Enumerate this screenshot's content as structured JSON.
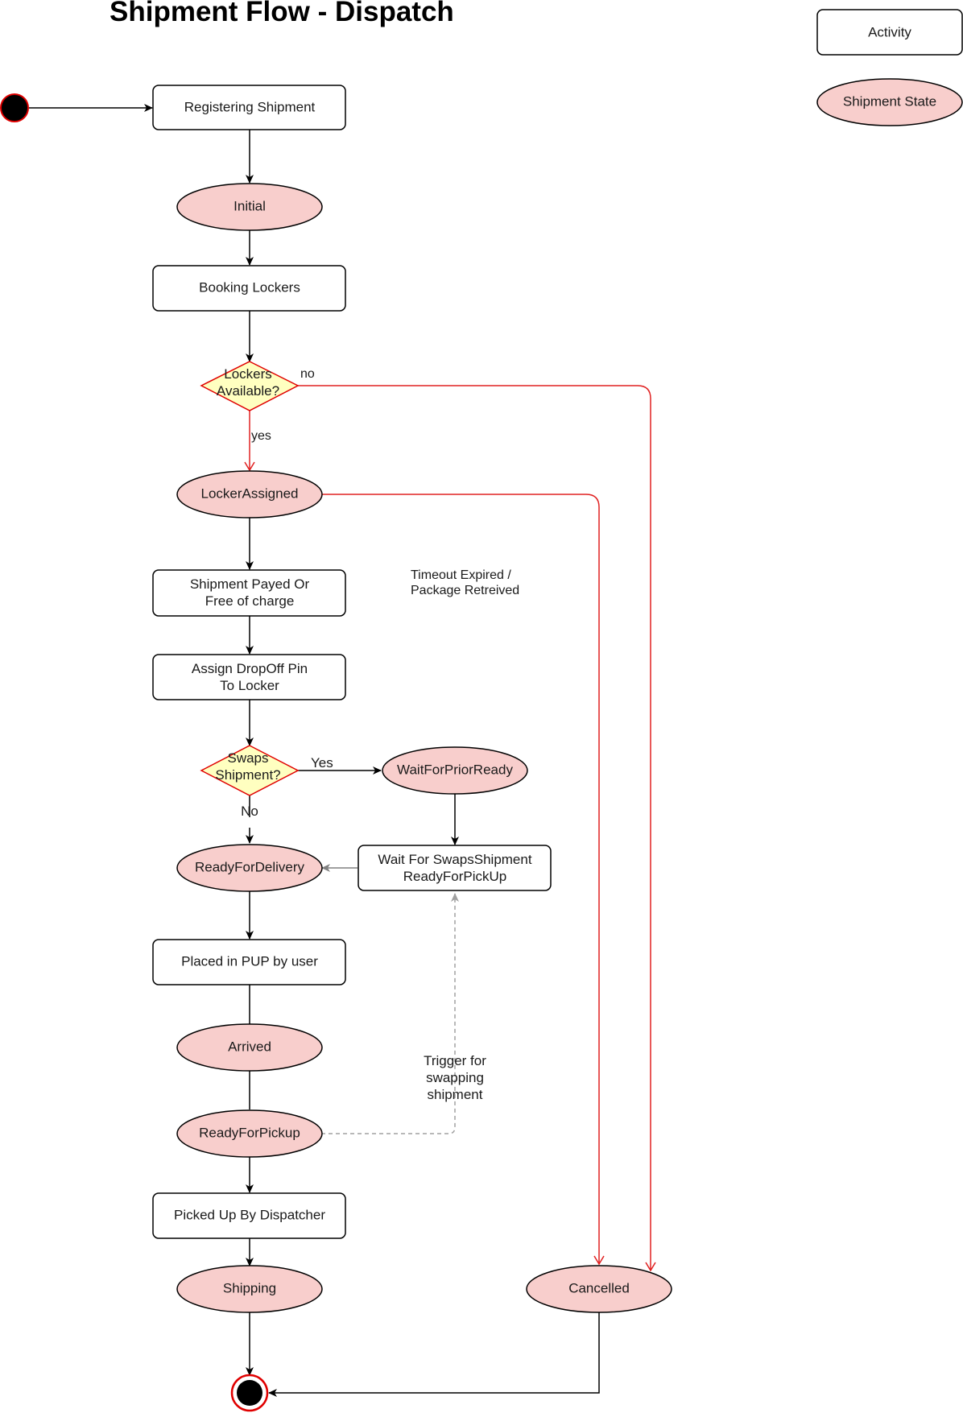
{
  "title": "Shipment Flow - Dispatch",
  "legend": {
    "activity": "Activity",
    "shipment_state": "Shipment State"
  },
  "activities": {
    "registering_shipment": "Registering Shipment",
    "booking_lockers": "Booking Lockers",
    "shipment_payed_line1": "Shipment Payed Or",
    "shipment_payed_line2": "Free of charge",
    "assign_pin_line1": "Assign DropOff Pin",
    "assign_pin_line2": "To Locker",
    "wait_swaps_line1": "Wait For SwapsShipment",
    "wait_swaps_line2": "ReadyForPickUp",
    "placed_in_pup": "Placed in PUP by user",
    "picked_up": "Picked Up By Dispatcher"
  },
  "states": {
    "initial": "Initial",
    "locker_assigned": "LockerAssigned",
    "wait_for_prior_ready": "WaitForPriorReady",
    "ready_for_delivery": "ReadyForDelivery",
    "arrived": "Arrived",
    "ready_for_pickup": "ReadyForPickup",
    "shipping": "Shipping",
    "cancelled": "Cancelled"
  },
  "decisions": {
    "lockers_line1": "Lockers",
    "lockers_line2": "Available?",
    "swaps_line1": "Swaps",
    "swaps_line2": "Shipment?"
  },
  "edge_labels": {
    "no_lower": "no",
    "yes_lower": "yes",
    "yes_cap": "Yes",
    "no_cap": "No",
    "timeout_line1": "Timeout Expired /",
    "timeout_line2": "Package Retreived",
    "trigger_line1": "Trigger for",
    "trigger_line2": "swapping",
    "trigger_line3": "shipment"
  },
  "colors": {
    "state_fill": "#f8cecc",
    "decision_fill": "#ffffc0",
    "decision_stroke": "#e00000",
    "cancel_edge": "#e02020",
    "trigger_edge": "#a0a0a0"
  }
}
